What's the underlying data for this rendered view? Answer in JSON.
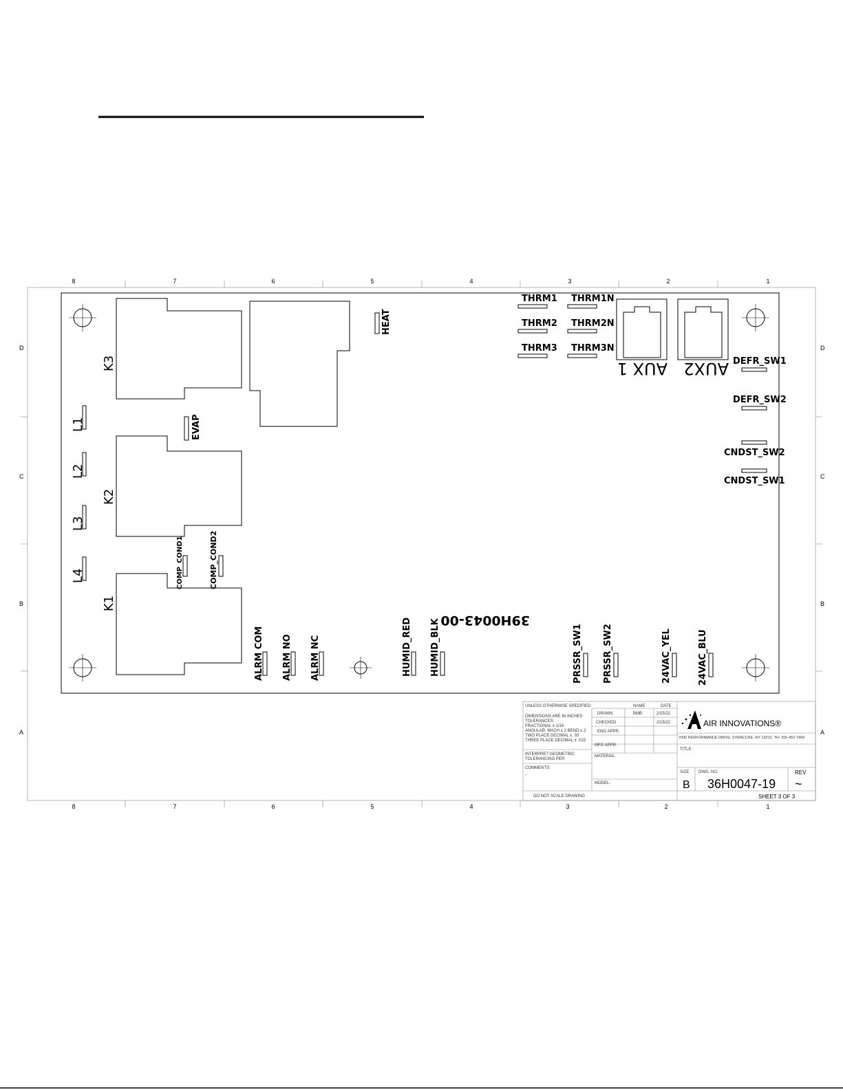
{
  "zones": {
    "columns": [
      "8",
      "7",
      "6",
      "5",
      "4",
      "3",
      "2",
      "1"
    ],
    "rows": [
      "D",
      "C",
      "B",
      "A"
    ]
  },
  "board": {
    "part_number": "39H0043-00",
    "relays": [
      "K3",
      "K2",
      "K1"
    ],
    "line_terminals": [
      "L1",
      "L2",
      "L3",
      "L4"
    ],
    "thermistors": [
      "THRM1",
      "THRM1N",
      "THRM2",
      "THRM2N",
      "THRM3",
      "THRM3N"
    ],
    "aux_ports": [
      "AUX 1",
      "AUX2"
    ],
    "connectors": {
      "heat": "HEAT",
      "evap": "EVAP",
      "comp_cond1": "COMP_COND1",
      "comp_cond2": "COMP_COND2",
      "alrm_com": "ALRM COM",
      "alrm_no": "ALRM NO",
      "alrm_nc": "ALRM NC",
      "humid_red": "HUMID_RED",
      "humid_blk": "HUMID_BLK",
      "prssr_sw1": "PRSSR_SW1",
      "prssr_sw2": "PRSSR_SW2",
      "vac_yel": "24VAC_YEL",
      "vac_blu": "24VAC_BLU",
      "defr_sw1": "DEFR_SW1",
      "defr_sw2": "DEFR_SW2",
      "cndst_sw2": "CNDST_SW2",
      "cndst_sw1": "CNDST_SW1"
    }
  },
  "title_block": {
    "unless": "UNLESS OTHERWISE SPECIFIED:",
    "notes": [
      "DIMENSIONS ARE IN INCHES",
      "TOLERANCES:",
      "FRACTIONAL ± 1/16",
      "ANGULAR: MACH ± 2  BEND ± 2",
      "TWO PLACE DECIMAL  ± .03",
      "THREE PLACE DECIMAL  ± .015"
    ],
    "interpret": [
      "INTERPRET GEOMETRIC",
      "TOLERANCING PER:"
    ],
    "comments_label": "COMMENTS:",
    "comments_value": "-",
    "do_not_scale": "DO NOT SCALE DRAWING",
    "name_header": "NAME",
    "date_header": "DATE",
    "drawn_label": "DRAWN",
    "drawn_name": "BMB",
    "drawn_date": "2/15/22",
    "checked_label": "CHECKED",
    "checked_date": "2/15/22",
    "eng_label": "ENG APPR.",
    "mfg_label": "MFG APPR.",
    "material_label": "MATERIAL",
    "model_label": "MODEL:",
    "company": "AIR INNOVATIONS®",
    "address": "7000 PERFORMANCE DRIVE, SYRACUSE, NY 13212, TH: 315-452-7400",
    "title_label": "TITLE:",
    "size_label": "SIZE",
    "size_value": "B",
    "dwg_label": "DWG. NO.",
    "dwg_value": "36H0047-19",
    "rev_label": "REV",
    "rev_value": "~",
    "sheet": "SHEET 3 OF 3"
  }
}
